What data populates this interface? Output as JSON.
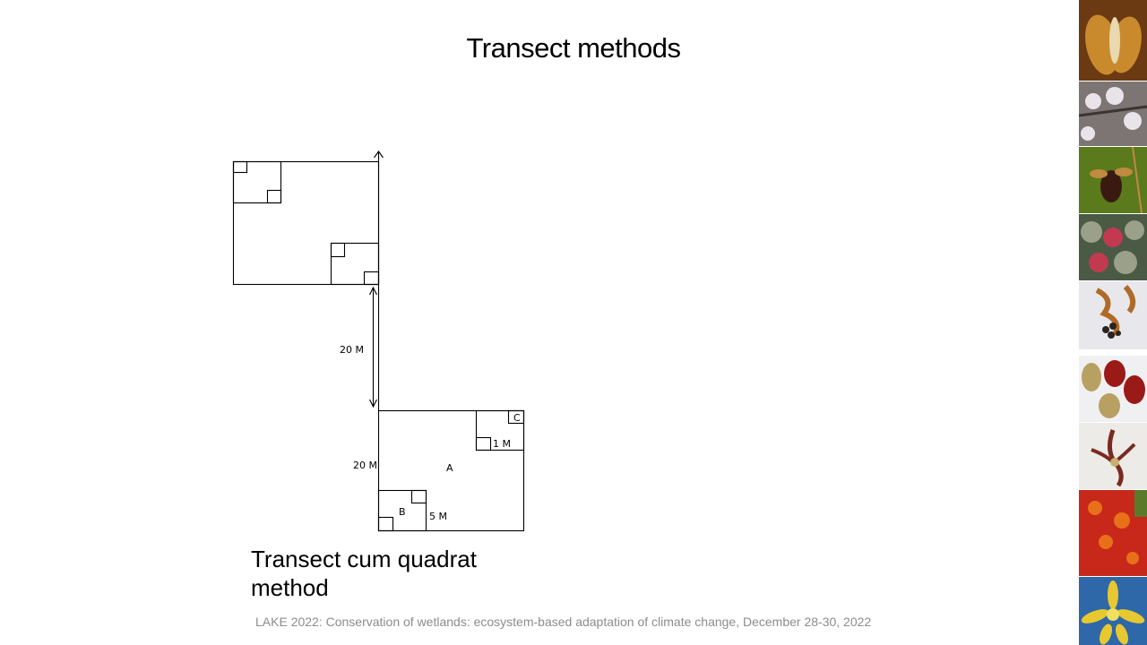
{
  "slide": {
    "title": "Transect methods",
    "caption_line1": "Transect cum quadrat",
    "caption_line2": "method",
    "footer": "LAKE 2022: Conservation of wetlands: ecosystem-based adaptation of climate change, December 28-30, 2022"
  },
  "diagram": {
    "distance_label": "20 M",
    "side_label": "20 M",
    "label_a": "A",
    "label_b": "B",
    "label_c": "C",
    "label_5m": "5 M",
    "label_1m": "1 M"
  },
  "photos": [
    {
      "name": "seed-pod-photo",
      "colors": [
        "#6b3a12",
        "#c98a2e",
        "#e9d9b0"
      ]
    },
    {
      "name": "white-flowers-photo",
      "colors": [
        "#7d7474",
        "#e8e4ea",
        "#3c3434"
      ]
    },
    {
      "name": "orchid-photo",
      "colors": [
        "#5a7a1c",
        "#3a1a10",
        "#c08a40"
      ]
    },
    {
      "name": "seeds-cluster-photo",
      "colors": [
        "#4a5a44",
        "#c23a50",
        "#9aa08a"
      ]
    },
    {
      "name": "dry-pods-photo",
      "colors": [
        "#e8e8ec",
        "#b06a28",
        "#2a2420"
      ]
    },
    {
      "name": "red-beans-photo",
      "colors": [
        "#f0f0f2",
        "#9a1a18",
        "#b8a062"
      ]
    },
    {
      "name": "brown-orchid-photo",
      "colors": [
        "#ecebe8",
        "#7a2a20",
        "#c9b070"
      ]
    },
    {
      "name": "red-flower-cluster-photo",
      "colors": [
        "#c8281a",
        "#e8701a",
        "#5a7a2a"
      ]
    },
    {
      "name": "yellow-flower-photo",
      "colors": [
        "#2e68a8",
        "#e8c830",
        "#f0e060"
      ]
    }
  ]
}
